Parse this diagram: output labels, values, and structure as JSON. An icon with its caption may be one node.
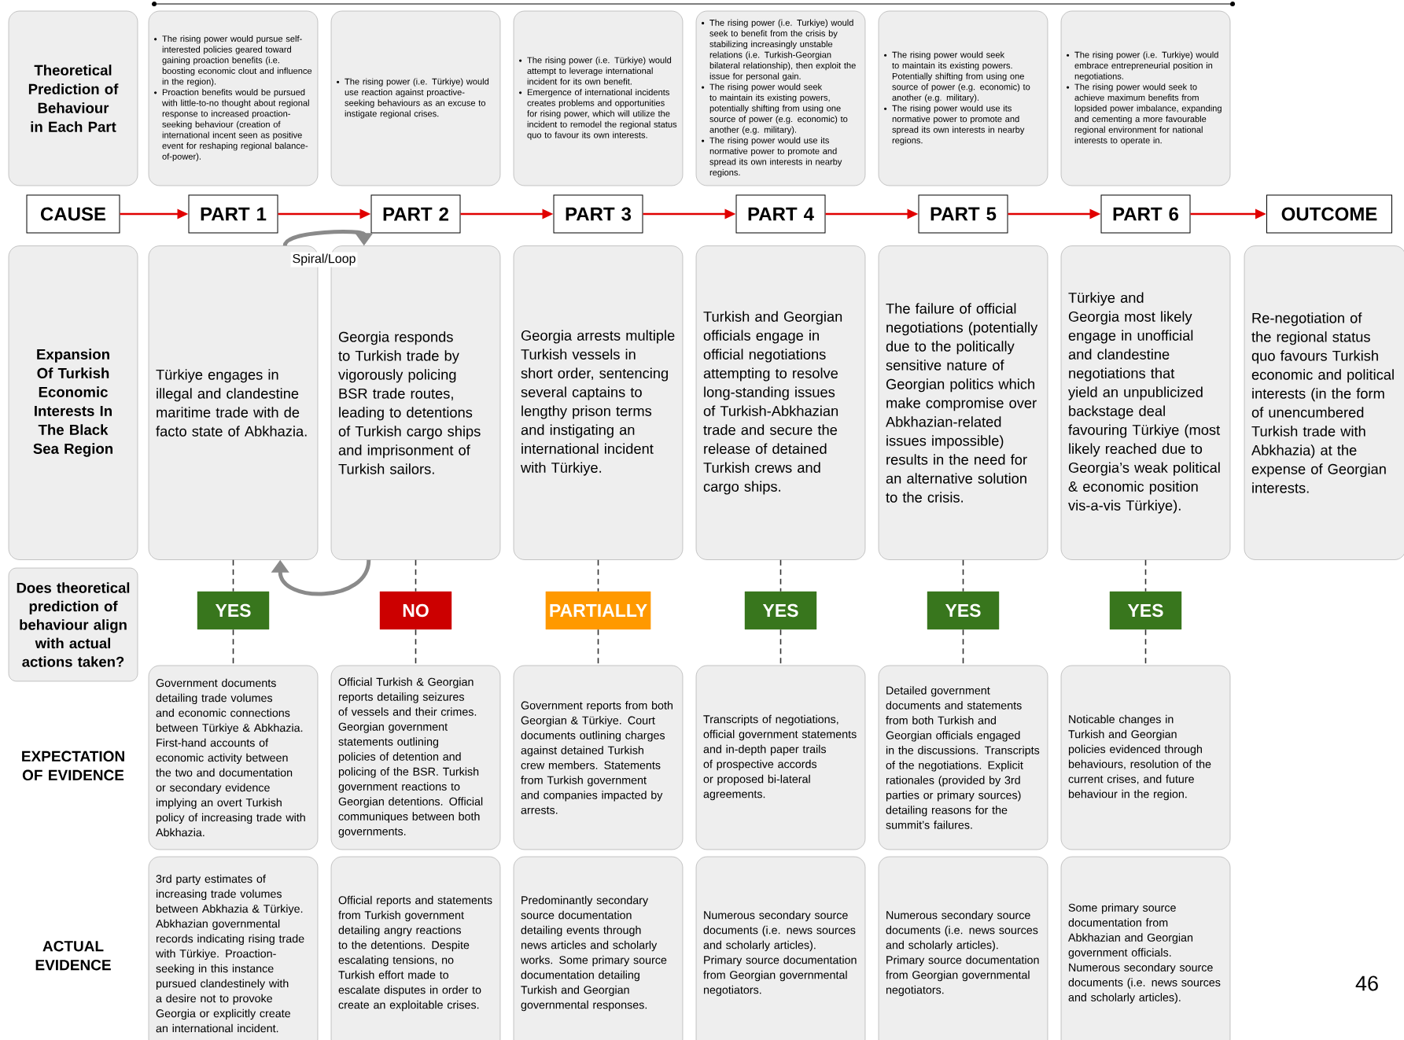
{
  "diagram": {
    "nodes": [
      {
        "text": [
          "Theoretical Prediction of Behaviour in Each Part"
        ]
      },
      {
        "text": [
          "The rising power would pursue self-interested policies geared toward gaining proaction benefits (i.e. boosting economic clout and influence in the region).",
          "Proaction benefits would be pursued with little-to-no thought about regional response to increased proaction-seeking behaviour (creation of international incent seen as positive event for reshaping regional balance-of-power)."
        ]
      },
      {
        "text": [
          "The rising power (i.e. Türkiye) would use reaction against proactive-seeking behaviours as an excuse to instigate regional crises."
        ]
      },
      {
        "text": [
          "The rising power (i.e. Türkiye) would attempt to leverage international incident for its own benefit.",
          "Emergence of international incidents creates problems and opportunities for rising power, which will utilize the incident to remodel the regional status quo to favour its own interests."
        ]
      },
      {
        "text": [
          "The rising power (i.e. Turkiye) would seek to benefit from the crisis by stabilizing increasingly unstable relations (i.e. Turkish-Georgian bilateral relationship), then exploit the issue for personal gain.",
          "The rising power would seek to maintain its existing powers, potentially shifting from using one source of power (e.g. economic) to another (e.g. military).",
          "The rising power would use its normative power to promote and spread its own interests in nearby regions."
        ]
      },
      {
        "text": [
          "The rising power would seek to maintain its existing powers. Potentially shifting from using one source of power (e.g. economic) to another (e.g. military).",
          "The rising power would use its normative power to promote and spread its own interests in nearby regions."
        ]
      },
      {
        "text": [
          "The rising power (i.e. Turkiye) would embrace entrepreneurial position in negotiations.",
          "The rising power would seek to achieve maximum benefits from lopsided power imbalance, expanding and cementing a more favourable regional environment for national interests to operate in."
        ]
      },
      {
        "text": [
          "CAUSE"
        ]
      },
      {
        "text": [
          "PART 1"
        ]
      },
      {
        "text": [
          "PART 2"
        ]
      },
      {
        "text": [
          "PART 3"
        ]
      },
      {
        "text": [
          "PART 4"
        ]
      },
      {
        "text": [
          "PART 5"
        ]
      },
      {
        "text": [
          "PART 6"
        ]
      },
      {
        "text": [
          "OUTCOME"
        ]
      },
      {
        "text": [
          "Expansion Of Turkish Economic Interests In The Black Sea Region"
        ]
      },
      {
        "text": [
          "Türkiye engages in illegal and clandestine maritime trade with de facto state of Abkhazia."
        ]
      },
      {
        "text": [
          "Georgia responds to Turkish trade by vigorously policing BSR trade routes, leading to detentions of Turkish cargo ships and imprisonment of Turkish sailors."
        ]
      },
      {
        "text": [
          "Georgia arrests multiple Turkish vessels in short order, sentencing several captains to lengthy prison terms and instigating an international incident with Türkiye."
        ]
      },
      {
        "text": [
          "Turkish and Georgian officials engage in official negotiations attempting to resolve long-standing issues of Turkish-Abkhazian trade and secure the release of detained Turkish crews and cargo ships."
        ]
      },
      {
        "text": [
          "The failure of official negotiations (potentially due to the politically sensitive nature of Georgian politics which make compromise over Abkhazian-related issues impossible) results in the need for an alternative solution to the crisis."
        ]
      },
      {
        "text": [
          "Türkiye and Georgia most likely engage in unofficial and clandestine negotiations that yield an unpublicized backstage deal favouring Türkiye (most likely reached due to Georgia’s weak political & economic position vis-a-vis Türkiye)."
        ]
      },
      {
        "text": [
          "Re-negotiation of the regional status quo favours Turkish economic and political interests (in the form of unencumbered Turkish trade with Abkhazia) at the expense of Georgian interests."
        ]
      },
      {
        "text": [
          "Does theoretical prediction of behaviour align with actual actions taken?"
        ]
      },
      {
        "text": [
          "YES"
        ]
      },
      {
        "text": [
          "NO"
        ]
      },
      {
        "text": [
          "PARTIALLY"
        ]
      },
      {
        "text": [
          "YES"
        ]
      },
      {
        "text": [
          "YES"
        ]
      },
      {
        "text": [
          "YES"
        ]
      },
      {
        "text": [
          "Government documents detailing trade volumes and economic connections between Türkiye & Abkhazia. First-hand accounts of economic activity between the two and documentation or secondary evidence implying an overt Turkish policy of increasing trade with Abkhazia."
        ]
      },
      {
        "text": [
          "Official Turkish & Georgian reports detailing seizures of vessels and their crimes. Georgian government statements outlining policies of detention and policing of the BSR. Turkish government reactions to Georgian detentions. Official communiques between both governments."
        ]
      },
      {
        "text": [
          "Government reports from both Georgian & Türkiye. Court documents outlining charges against detained Turkish crew members. Statements from Turkish government and companies impacted by arrests."
        ]
      },
      {
        "text": [
          "Transcripts of negotiations, official government statements and in-depth paper trails of prospective accords or proposed bi-lateral agreements."
        ]
      },
      {
        "text": [
          "Detailed government documents and statements from both Turkish and Georgian officials engaged in the discussions. Transcripts of the negotiations. Explicit rationales (provided by 3rd parties or primary sources) detailing reasons for the summit’s failures."
        ]
      },
      {
        "text": [
          "Noticable changes in Turkish and Georgian policies evidenced through behaviours, resolution of the current crises, and future behaviour in the region."
        ]
      },
      {
        "text": [
          "3rd party estimates of increasing trade volumes between Abkhazia & Türkiye. Abkhazian governmental records indicating rising trade with Türkiye. Proaction-seeking in this instance pursued clandestinely with a desire not to provoke Georgia or explicitly create an international incident."
        ]
      },
      {
        "text": [
          "Official reports and statements from Turkish government detailing angry reactions to the detentions. Despite escalating tensions, no Turkish effort made to escalate disputes in order to create an exploitable crises."
        ]
      },
      {
        "text": [
          "Predominantly secondary source documentation detailing events through news articles and scholarly works. Some primary source documentation detailing Turkish and Georgian governmental responses."
        ]
      },
      {
        "text": [
          "Numerous secondary source documents (i.e. news sources and scholarly articles). Primary source documentation from Georgian governmental negotiators."
        ]
      },
      {
        "text": [
          "Numerous secondary source documents (i.e. news sources and scholarly articles). Primary source documentation from Georgian governmental negotiators."
        ]
      },
      {
        "text": [
          "Some primary source documentation from Abkhazian and Georgian government officials. Numerous secondary source documents (i.e. news sources and scholarly articles)."
        ]
      }
    ],
    "edges": [
      {
        "from": 7,
        "to": 8,
        "arrow": "to",
        "color": "#e00000"
      },
      {
        "from": 8,
        "to": 9,
        "arrow": "to",
        "color": "#e00000"
      },
      {
        "from": 9,
        "to": 10,
        "arrow": "to",
        "color": "#e00000"
      },
      {
        "from": 10,
        "to": 11,
        "arrow": "to",
        "color": "#e00000"
      },
      {
        "from": 11,
        "to": 12,
        "arrow": "to",
        "color": "#e00000"
      },
      {
        "from": 12,
        "to": 13,
        "arrow": "to",
        "color": "#e00000"
      },
      {
        "from": 13,
        "to": 14,
        "arrow": "to",
        "color": "#e00000"
      },
      {
        "from": 16,
        "to": 17,
        "arrow": "to",
        "label": "Spiral/Loop",
        "style": "thick",
        "color": "#8a8a8a"
      },
      {
        "from": 17,
        "to": 16,
        "arrow": "to",
        "style": "thick",
        "color": "#8a8a8a"
      },
      {
        "from": 16,
        "to": 24,
        "arrow": "none",
        "style": "dashed"
      },
      {
        "from": 24,
        "to": 30,
        "arrow": "none",
        "style": "dashed"
      },
      {
        "from": 17,
        "to": 25,
        "arrow": "none",
        "style": "dashed"
      },
      {
        "from": 25,
        "to": 31,
        "arrow": "none",
        "style": "dashed"
      },
      {
        "from": 18,
        "to": 26,
        "arrow": "none",
        "style": "dashed"
      },
      {
        "from": 26,
        "to": 32,
        "arrow": "none",
        "style": "dashed"
      },
      {
        "from": 19,
        "to": 27,
        "arrow": "none",
        "style": "dashed"
      },
      {
        "from": 27,
        "to": 33,
        "arrow": "none",
        "style": "dashed"
      },
      {
        "from": 20,
        "to": 28,
        "arrow": "none",
        "style": "dashed"
      },
      {
        "from": 28,
        "to": 34,
        "arrow": "none",
        "style": "dashed"
      },
      {
        "from": 21,
        "to": 29,
        "arrow": "none",
        "style": "dashed"
      },
      {
        "from": 29,
        "to": 35,
        "arrow": "none",
        "style": "dashed"
      }
    ],
    "labels": [
      "EXPECTATION OF EVIDENCE",
      "ACTUAL EVIDENCE",
      "46"
    ]
  }
}
